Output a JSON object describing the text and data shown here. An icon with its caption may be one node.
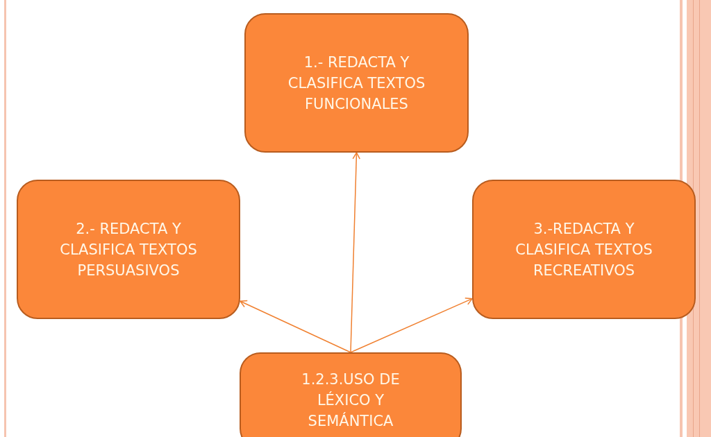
{
  "diagram": {
    "nodes": [
      {
        "text": [
          "1.- REDACTA Y CLASIFICA TEXTOS FUNCIONALES"
        ]
      },
      {
        "text": [
          "2.- REDACTA Y CLASIFICA TEXTOS PERSUASIVOS"
        ]
      },
      {
        "text": [
          "3.-REDACTA Y CLASIFICA TEXTOS RECREATIVOS"
        ]
      },
      {
        "text": [
          "1.2.3.USO DE LÉXICO Y SEMÁNTICA"
        ]
      }
    ],
    "edges": [
      {
        "from": 3,
        "to": 0,
        "arrow": "to"
      },
      {
        "from": 3,
        "to": 1,
        "arrow": "to"
      },
      {
        "from": 3,
        "to": 2,
        "arrow": "to"
      }
    ]
  }
}
